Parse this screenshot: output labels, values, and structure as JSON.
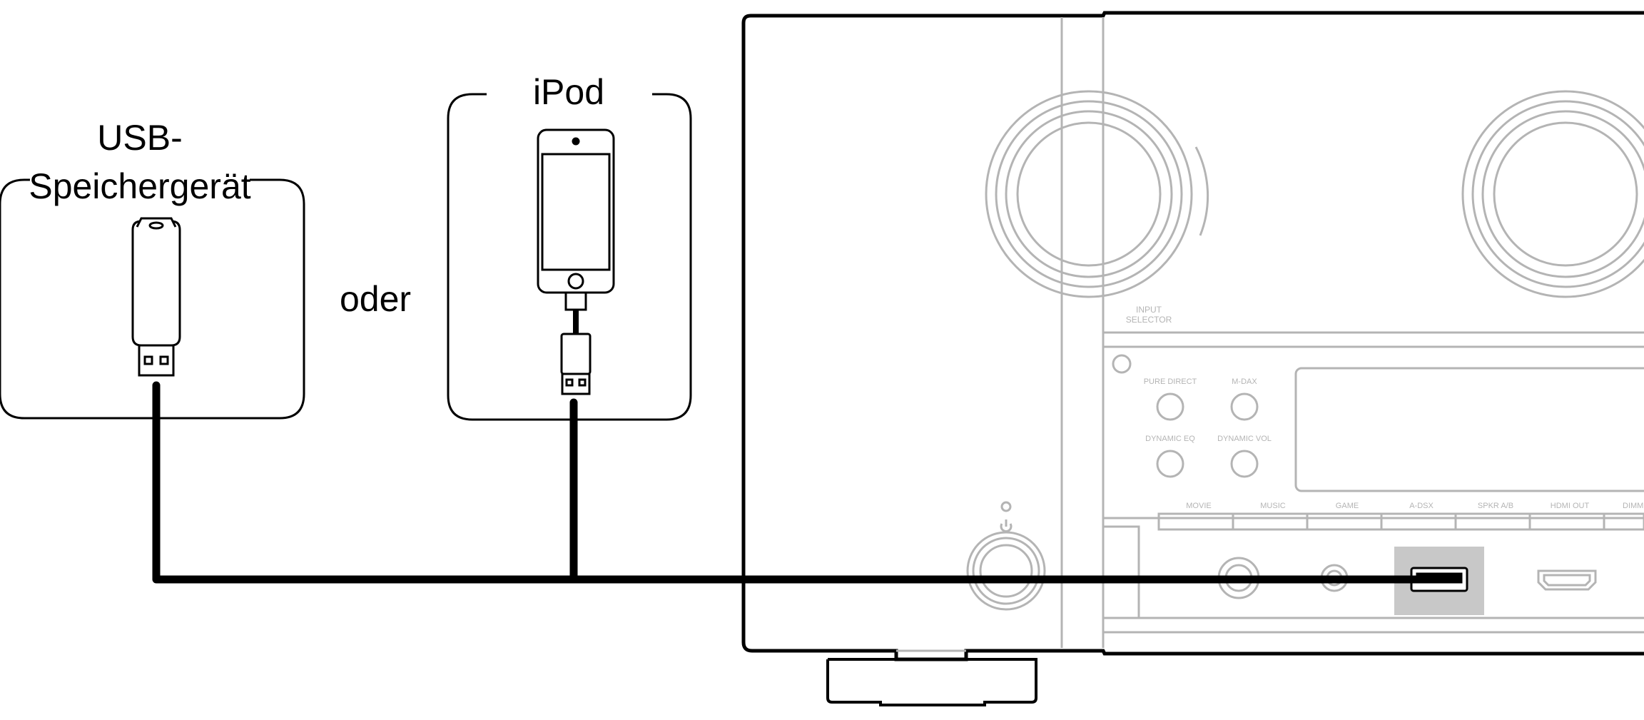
{
  "usb_device": {
    "label_line1": "USB-",
    "label_line2": "Speichergerät",
    "icon": "usb-stick-icon"
  },
  "connector_word": "oder",
  "ipod": {
    "label": "iPod",
    "icon": "ipod-icon"
  },
  "receiver": {
    "input_selector_line1": "INPUT",
    "input_selector_line2": "SELECTOR",
    "buttons_top": [
      "PURE DIRECT",
      "M-DAX"
    ],
    "buttons_bottom": [
      "DYNAMIC EQ",
      "DYNAMIC VOL"
    ],
    "button_strip": [
      "MOVIE",
      "MUSIC",
      "GAME",
      "A-DSX",
      "SPKR A/B",
      "HDMI OUT",
      "DIMM"
    ],
    "highlighted_port": "usb-port-icon",
    "colors": {
      "outline": "#000000",
      "faint": "#b4b4b4",
      "port_highlight": "#c8c8c8"
    }
  }
}
